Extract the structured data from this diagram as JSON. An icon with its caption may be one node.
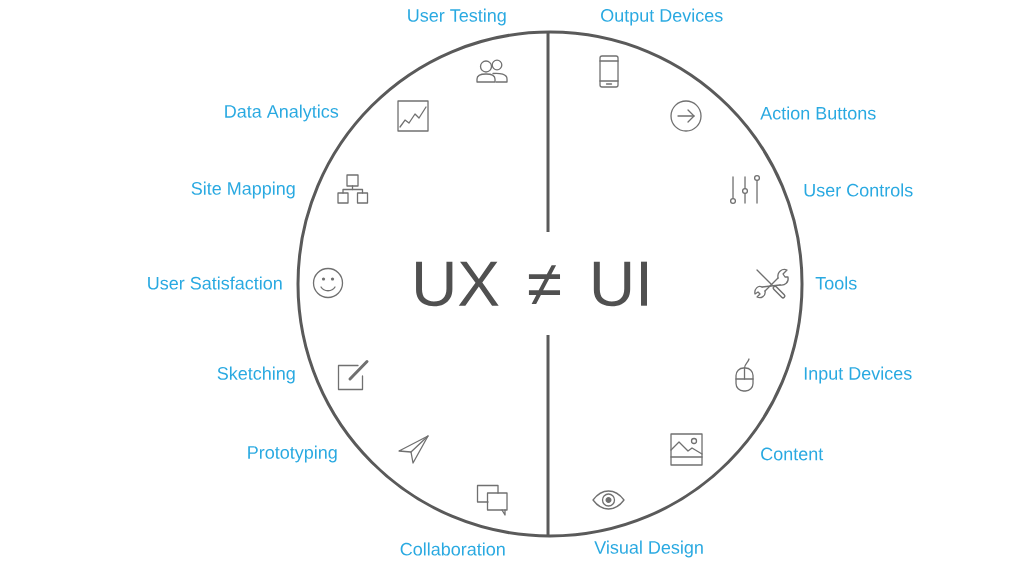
{
  "diagram": {
    "nodes": [
      {
        "text": [
          "UX ≠ UI"
        ]
      }
    ],
    "labels": [
      "User Testing",
      "Output Devices",
      "Data Analytics",
      "Action Buttons",
      "Site Mapping",
      "User Controls",
      "User Satisfaction",
      "Tools",
      "Sketching",
      "Input Devices",
      "Prototyping",
      "Content",
      "Collaboration",
      "Visual Design"
    ]
  }
}
